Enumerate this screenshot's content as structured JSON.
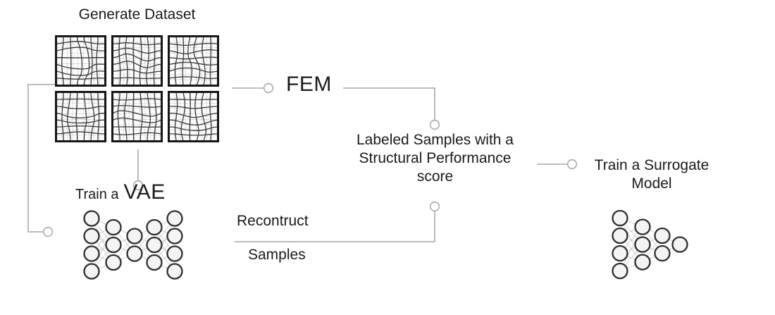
{
  "colors": {
    "text": "#1a1a1a",
    "connector": "#b3b3b3",
    "node_fill": "#f4f4f4",
    "node_stroke": "#2e2e2e",
    "edge": "#d2d2d2",
    "mesh_dark": "#3a3a3a",
    "mesh_light": "#c9c9c9",
    "tile_border": "#141414"
  },
  "dataset": {
    "title": "Generate Dataset",
    "tile_seeds": [
      11,
      23,
      37,
      45,
      58,
      66
    ]
  },
  "fem": {
    "label": "FEM"
  },
  "labeled": {
    "lines": [
      "Labeled Samples with a",
      "Structural Performance",
      "score"
    ]
  },
  "surrogate": {
    "lines": [
      "Train a Surrogate",
      "Model"
    ]
  },
  "vae": {
    "prefix": "Train a",
    "acronym": "VAE",
    "layers": [
      4,
      3,
      2,
      3,
      4
    ]
  },
  "reconstruct": {
    "line1": "Recontruct",
    "line2": "Samples"
  },
  "surrogate_net": {
    "layers": [
      4,
      3,
      2,
      1
    ]
  }
}
